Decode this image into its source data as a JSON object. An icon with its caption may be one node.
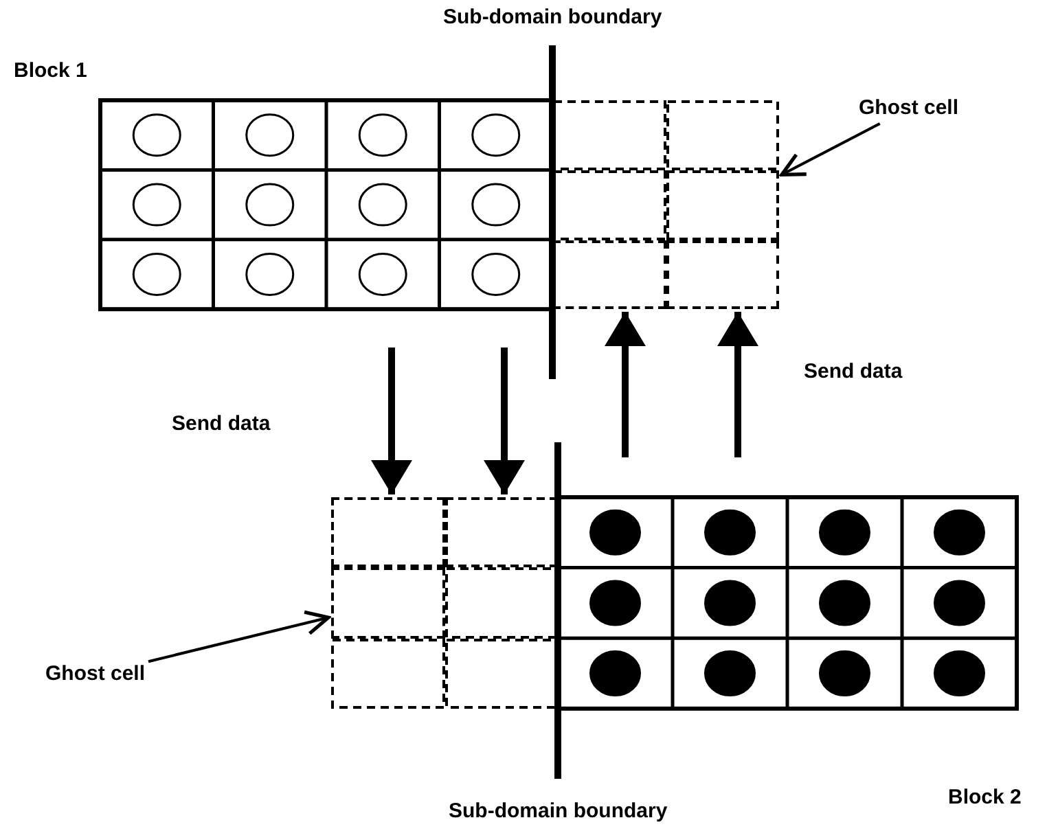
{
  "diagram": {
    "nodes": [
      {
        "text": [
          "Ghost cell"
        ]
      },
      {
        "text": [],
        "shape": "box"
      },
      {
        "text": [],
        "shape": "box"
      },
      {
        "text": [],
        "shape": "box"
      },
      {
        "text": [],
        "shape": "box"
      },
      {
        "text": [],
        "shape": "box"
      },
      {
        "text": [],
        "shape": "box"
      },
      {
        "text": [
          "Ghost cell"
        ]
      }
    ],
    "edges": [
      {
        "from": 0,
        "to": 1,
        "arrow": "to"
      },
      {
        "from": null,
        "to": 2,
        "arrow": "to"
      },
      {
        "from": null,
        "to": 3,
        "arrow": "to"
      },
      {
        "from": null,
        "to": 4,
        "arrow": "to"
      },
      {
        "from": null,
        "to": 5,
        "arrow": "to"
      },
      {
        "from": 7,
        "to": 6,
        "arrow": "to"
      }
    ],
    "labels": [
      "Sub-domain boundary",
      "Block 1",
      "Send data",
      "Send data",
      "Block 2",
      "Sub-domain boundary"
    ]
  }
}
